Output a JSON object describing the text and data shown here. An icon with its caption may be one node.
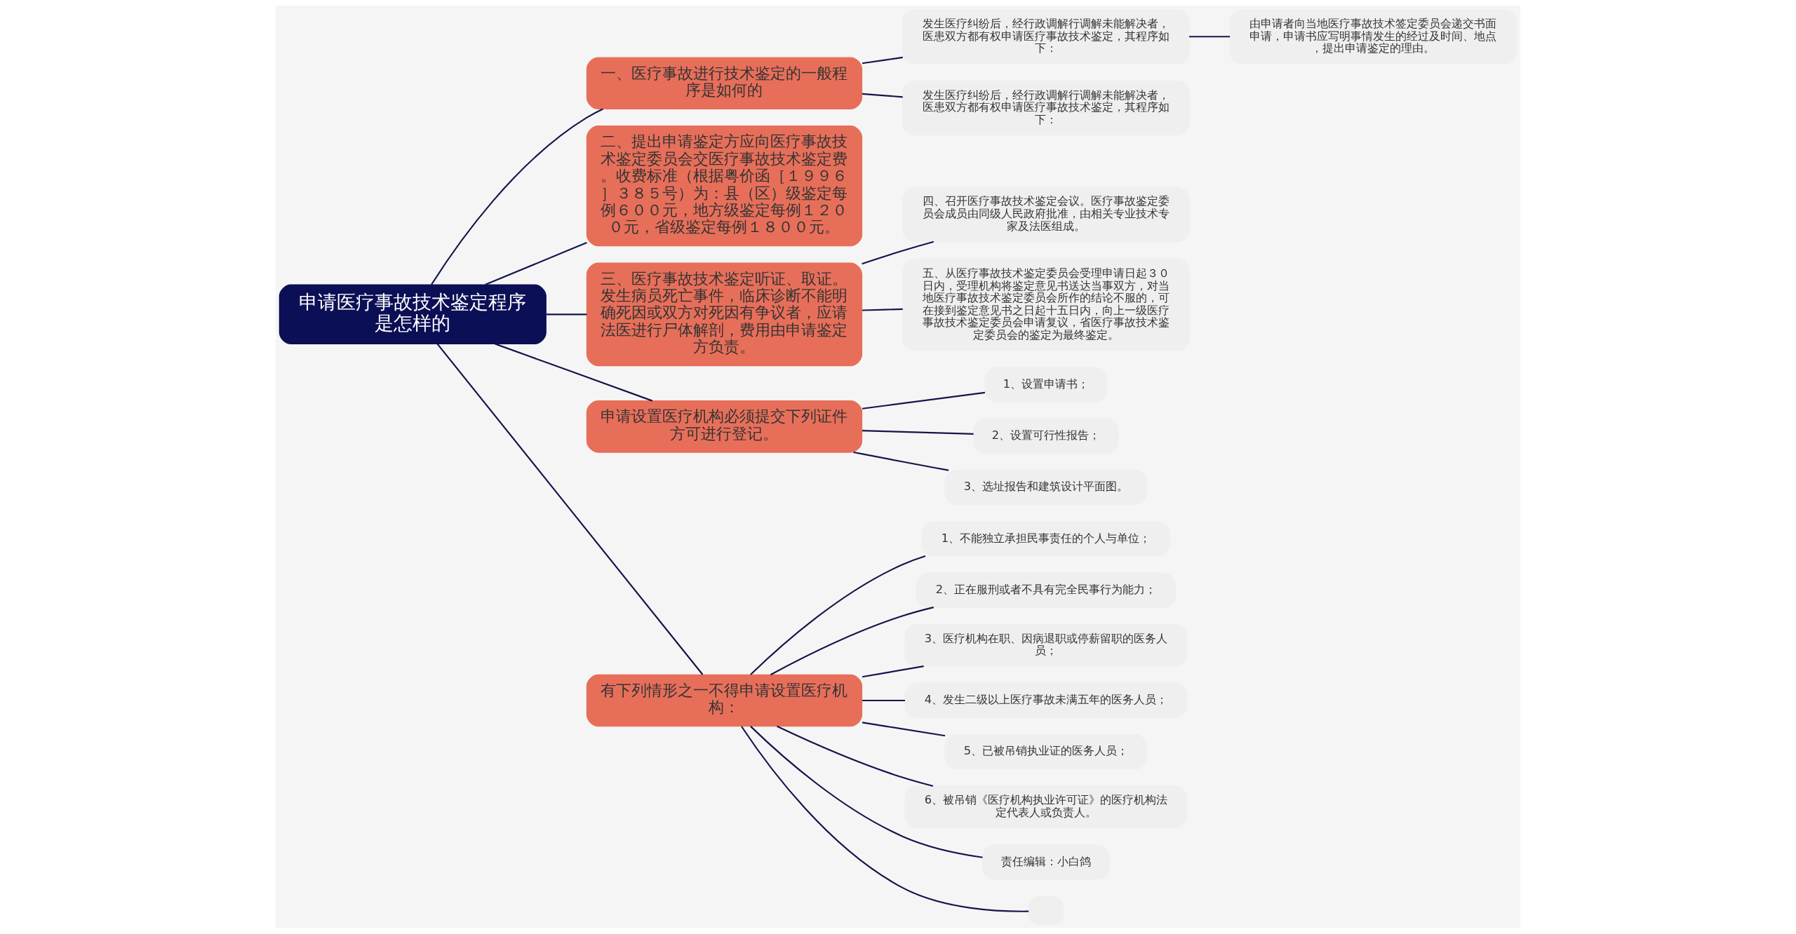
{
  "diagram": {
    "nodes": [
      {
        "text": [
          "申请医疗事故技术鉴定程序是怎样的"
        ]
      },
      {
        "text": [
          "一、医疗事故进行技术鉴定的一般程序是如何的"
        ]
      },
      {
        "text": [
          "发生医疗纠纷后，经行政调解行调解未能解决者，医患双方都有权申请医疗事故技术鉴定，其程序如下："
        ]
      },
      {
        "text": [
          "由申请者向当地医疗事故技术签定委员会递交书面申请，申请书应写明事情发生的经过及时间、地点，提出申请鉴定的理由。"
        ]
      },
      {
        "text": [
          "发生医疗纠纷后，经行政调解行调解未能解决者，医患双方都有权申请医疗事故技术鉴定，其程序如下："
        ]
      },
      {
        "text": [
          "二、提出申请鉴定方应向医疗事故技术鉴定委员会交医疗事故技术鉴定费。收费标准（根据粤价函［１９９６］３８５号）为：县（区）级鉴定每例６００元，地方级鉴定每例１２００元，省级鉴定每例１８００元。"
        ]
      },
      {
        "text": [
          "三、医疗事故技术鉴定听证、取证。发生病员死亡事件，临床诊断不能明确死因或双方对死因有争议者，应请法医进行尸体解剖，费用由申请鉴定方负责。"
        ]
      },
      {
        "text": [
          "四、召开医疗事故技术鉴定会议。医疗事故鉴定委员会成员由同级人民政府批准，由相关专业技术专家及法医组成。"
        ]
      },
      {
        "text": [
          "五、从医疗事故技术鉴定委员会受理申请日起３０日内，受理机构将鉴定意见书送达当事双方，对当地医疗事故技术鉴定委员会所作的结论不服的，可在接到鉴定意见书之日起十五日内，向上一级医疗事故技术鉴定委员会申请复议，省医疗事故技术鉴定委员会的鉴定为最终鉴定。"
        ]
      },
      {
        "text": [
          "申请设置医疗机构必须提交下列证件方可进行登记。"
        ]
      },
      {
        "text": [
          "1、设置申请书；"
        ]
      },
      {
        "text": [
          "2、设置可行性报告；"
        ]
      },
      {
        "text": [
          "3、选址报告和建筑设计平面图。"
        ]
      },
      {
        "text": [
          "有下列情形之一不得申请设置医疗机构："
        ]
      },
      {
        "text": [
          "1、不能独立承担民事责任的个人与单位；"
        ]
      },
      {
        "text": [
          "2、正在服刑或者不具有完全民事行为能力；"
        ]
      },
      {
        "text": [
          "3、医疗机构在职、因病退职或停薪留职的医务人员；"
        ]
      },
      {
        "text": [
          "4、发生二级以上医疗事故未满五年的医务人员；"
        ]
      },
      {
        "text": [
          "5、已被吊销执业证的医务人员；"
        ]
      },
      {
        "text": [
          "6、被吊销《医疗机构执业许可证》的医疗机构法定代表人或负责人。"
        ]
      },
      {
        "text": [
          "责任编辑：小白鸽"
        ]
      },
      {
        "text": [],
        "shape": "box"
      }
    ],
    "edges": [
      {
        "from": 0,
        "to": 1,
        "arrow": "none"
      },
      {
        "from": 1,
        "to": 2,
        "arrow": "none"
      },
      {
        "from": 2,
        "to": 3,
        "arrow": "none"
      },
      {
        "from": 1,
        "to": 4,
        "arrow": "none"
      },
      {
        "from": 0,
        "to": 5,
        "arrow": "none"
      },
      {
        "from": 0,
        "to": 6,
        "arrow": "none"
      },
      {
        "from": 6,
        "to": 7,
        "arrow": "none"
      },
      {
        "from": 6,
        "to": 8,
        "arrow": "none"
      },
      {
        "from": 0,
        "to": 9,
        "arrow": "none"
      },
      {
        "from": 9,
        "to": 10,
        "arrow": "none"
      },
      {
        "from": 9,
        "to": 11,
        "arrow": "none"
      },
      {
        "from": 9,
        "to": 12,
        "arrow": "none"
      },
      {
        "from": 0,
        "to": 13,
        "arrow": "none"
      },
      {
        "from": 13,
        "to": 14,
        "arrow": "none"
      },
      {
        "from": 13,
        "to": 15,
        "arrow": "none"
      },
      {
        "from": 13,
        "to": 16,
        "arrow": "none"
      },
      {
        "from": 13,
        "to": 17,
        "arrow": "none"
      },
      {
        "from": 13,
        "to": 18,
        "arrow": "none"
      },
      {
        "from": 13,
        "to": 19,
        "arrow": "none"
      },
      {
        "from": 13,
        "to": 20,
        "arrow": "none"
      },
      {
        "from": 13,
        "to": 21,
        "arrow": "none"
      }
    ]
  }
}
